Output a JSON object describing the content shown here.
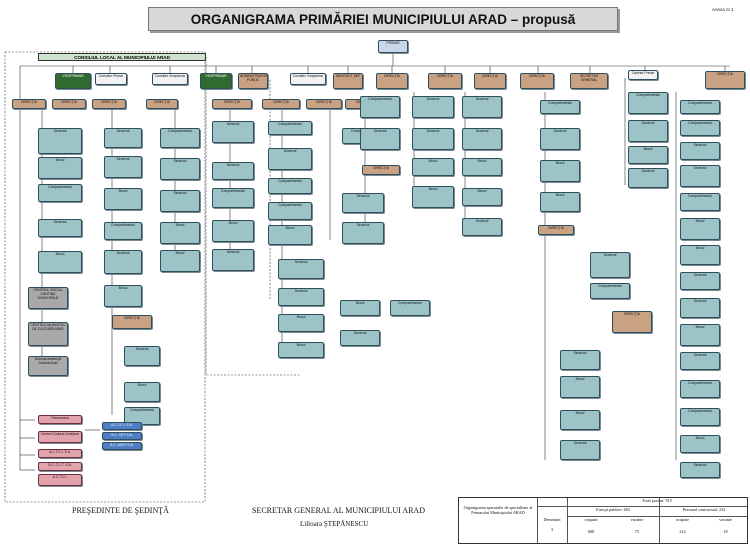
{
  "header": {
    "title": "ORGANIGRAMA  PRIMĂRIEI MUNICIPIULUI  ARAD – propusă",
    "annex": "Anexa nr.1"
  },
  "consiliu": "CONSILIUL LOCAL AL MUNICIPIULUI ARAD",
  "nodes": {
    "primar": "PRIMAR",
    "vicep1": "VICEPRIMAR",
    "vicep2": "VICEPRIMAR",
    "secretar": "SECRETAR GENERAL",
    "administrator": "ADMINISTRATOR PUBLIC",
    "cabinet": "Cabinet Primar",
    "consilier_primar": "Consilier Primar",
    "consilier_vp1": "Consilier Viceprimar",
    "consilier_vp2": "Consilier Viceprimar",
    "arhitect": "ARHITECT ŞEF",
    "dir1": "DIRECŢIA",
    "dir2": "DIRECŢIA",
    "dir3": "DIRECŢIA",
    "dir4": "DIRECŢIA",
    "dir5": "DIRECŢIA",
    "dir6": "DIRECŢIA",
    "dir7": "DIRECŢIA",
    "dir8": "DIRECŢIA",
    "dir9": "DIRECŢIA",
    "dir10": "DIRECŢIA",
    "dir11": "DIRECŢIA",
    "dir12": "DIRECŢIA",
    "dir13": "DIRECŢIA",
    "dir14": "DIRECŢIA",
    "dir15": "DIRECŢIA",
    "serv": "Serviciul",
    "birou": "Biroul",
    "comp": "Compartimentul",
    "gray1": "CENTRUL SOCIAL CANTINA MUNICIPALĂ",
    "gray2": "CENTRUL MUNICIPAL DE CULTURĂ ARAD",
    "gray3": "Direcţia Asistenţă Socială Arad",
    "pink1": "Filarmonica",
    "pink2": "Centrul Cultural Judeţean",
    "pink3": "A.C.T.C.I. S.A.",
    "pink4": "S.C. C.L.T. S.A.",
    "pink5": "A.C.T.C.I.",
    "blue1": "A.C.T.C.I. S.A.",
    "blue2": "S.C. CET S.A.",
    "blue3": "S.C. ACET S.A."
  },
  "signatures": {
    "president": "PREŞEDINTE DE ŞEDINŢĂ",
    "secretary": "SECRETAR GENERAL AL MUNICIPIULUI ARAD",
    "secretary_name": "Lilioara ŞTEPĂNESCU"
  },
  "summary": {
    "title": "Organigrama aparatului de specialitate al Primarului Municipiului ARAD",
    "total": "Total posturi: 915",
    "func_pub": "Funcţii publice: 683",
    "pers_contr": "Personal contractual: 232",
    "ocupate": "ocupate",
    "vacante": "vacante",
    "demnitari": "Demnitari",
    "demnitari_val": "3",
    "v1": "608",
    "v2": "75",
    "v3": "214",
    "v4": "18"
  },
  "colors": {
    "teal": "#9cc4c7",
    "brown": "#c9a183",
    "green": "#2f6b2f",
    "pink": "#e3a3ad",
    "blue": "#4c7fc4",
    "gray": "#a9a9a9"
  }
}
